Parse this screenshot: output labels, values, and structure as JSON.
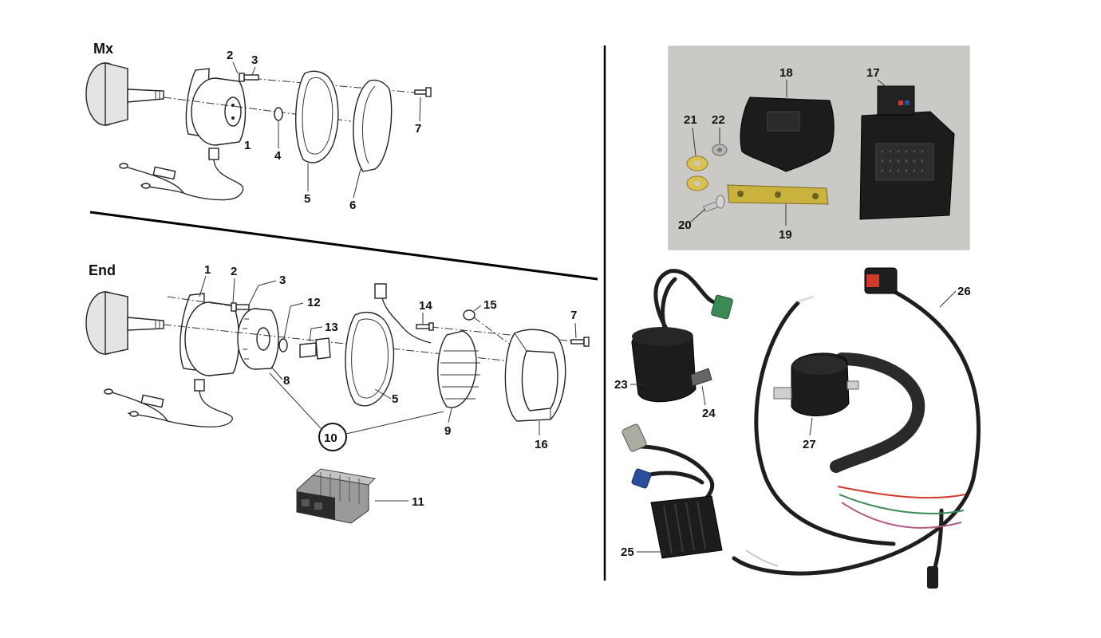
{
  "sections": {
    "mx": {
      "title": "Mx"
    },
    "end": {
      "title": "End"
    }
  },
  "callouts": {
    "mx": [
      "1",
      "2",
      "3",
      "4",
      "5",
      "6",
      "7"
    ],
    "end": [
      "1",
      "2",
      "3",
      "5",
      "7",
      "8",
      "9",
      "10",
      "11",
      "12",
      "13",
      "14",
      "15",
      "16"
    ],
    "photos": [
      "17",
      "18",
      "19",
      "20",
      "21",
      "22",
      "23",
      "24",
      "25",
      "26",
      "27"
    ]
  },
  "colors": {
    "photo_bg": "#cbc9c6",
    "connector_green": "#3a8a55",
    "connector_red": "#d23a2a",
    "connector_blue": "#2a4f9a"
  }
}
